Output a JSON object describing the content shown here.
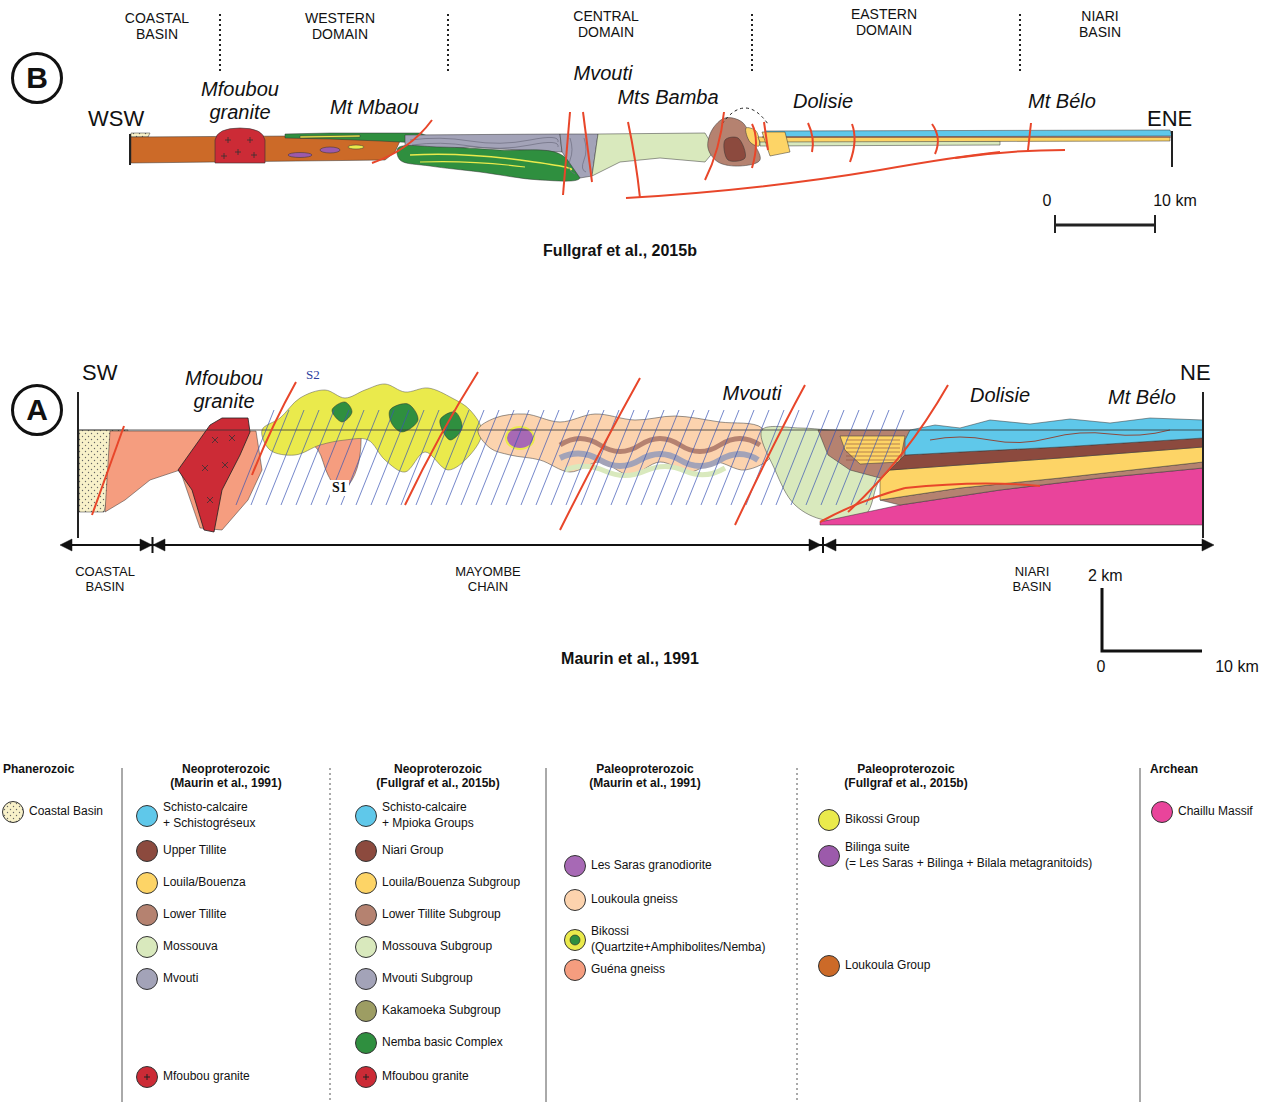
{
  "diagram": {
    "nodes": [
      {
        "text": [
          "B"
        ]
      },
      {
        "text": [
          "A"
        ]
      }
    ],
    "labels": [
      "COASTAL BASIN",
      "WESTERN DOMAIN",
      "CENTRAL DOMAIN",
      "EASTERN DOMAIN",
      "NIARI BASIN",
      "WSW",
      "Mfoubou granite",
      "Mt Mbaou",
      "Mvouti",
      "Mts Bamba",
      "Dolisie",
      "Mt Bélo",
      "ENE",
      "0",
      "10 km",
      "Fullgraf et al., 2015b",
      "SW",
      "Mfoubou granite",
      "S2",
      "S1",
      "Mvouti",
      "Dolisie",
      "Mt Bélo",
      "NE",
      "COASTAL BASIN",
      "MAYOMBE CHAIN",
      "NIARI BASIN",
      "2 km",
      "0",
      "10 km",
      "Maurin et al., 1991",
      "Phanerozoic",
      "Neoproterozoic (Maurin et al., 1991)",
      "Neoproterozoic (Fullgraf et al., 2015b)",
      "Paleoproterozoic (Maurin et al., 1991)",
      "Paleoproterozoic (Fullgraf et al., 2015b)",
      "Archean"
    ],
    "legend": [
      {
        "text": "Coastal Basin"
      },
      {
        "text": "Schisto-calcaire + Schistogréseux",
        "color": "#5fc8ea"
      },
      {
        "text": "Upper Tillite",
        "color": "#8c4a3e"
      },
      {
        "text": "Louila/Bouenza",
        "color": "#fdd466"
      },
      {
        "text": "Lower Tillite",
        "color": "#b58270"
      },
      {
        "text": "Mossouva",
        "color": "#d9e9bd"
      },
      {
        "text": "Mvouti",
        "color": "#a3a3b8"
      },
      {
        "text": "Mfoubou granite",
        "color": "#cc2b36"
      },
      {
        "text": "Schisto-calcaire + Mpioka Groups",
        "color": "#5fc8ea"
      },
      {
        "text": "Niari Group",
        "color": "#8c4a3e"
      },
      {
        "text": "Louila/Bouenza Subgroup",
        "color": "#fdd466"
      },
      {
        "text": "Lower Tillite Subgroup",
        "color": "#b58270"
      },
      {
        "text": "Mossouva Subgroup",
        "color": "#d9e9bd"
      },
      {
        "text": "Mvouti Subgroup",
        "color": "#a3a3b8"
      },
      {
        "text": "Kakamoeka Subgroup",
        "color": "#9d9d63"
      },
      {
        "text": "Nemba basic Complex",
        "color": "#2f8f3f"
      },
      {
        "text": "Mfoubou granite",
        "color": "#cc2b36"
      },
      {
        "text": "Les Saras granodiorite",
        "color": "#a769b5"
      },
      {
        "text": "Loukoula gneiss",
        "color": "#fcd3ae"
      },
      {
        "text": "Bikossi (Quartzite+Amphibolites/Nemba)"
      },
      {
        "text": "Guéna gneiss",
        "color": "#f59d7f"
      },
      {
        "text": "Bikossi Group",
        "color": "#eaea4c"
      },
      {
        "text": "Bilinga suite (= Les Saras + Bilinga + Bilala metagranitoids)",
        "color": "#9c5aab"
      },
      {
        "text": "Loukoula Group",
        "color": "#cc6a28"
      },
      {
        "text": "Chaillu Massif",
        "color": "#e9449b"
      }
    ]
  }
}
